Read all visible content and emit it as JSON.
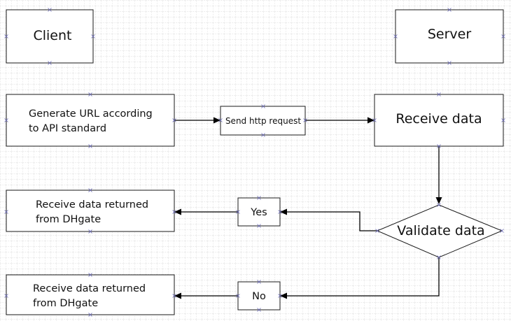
{
  "diagram": {
    "nodes": {
      "client": {
        "label": "Client"
      },
      "server": {
        "label": "Server"
      },
      "generate_url": {
        "line1": "Generate URL according",
        "line2": "to API standard"
      },
      "send_http": {
        "label": "Send http request"
      },
      "receive_data": {
        "label": "Receive data"
      },
      "validate": {
        "label": "Validate data"
      },
      "yes": {
        "label": "Yes"
      },
      "no": {
        "label": "No"
      },
      "returned_yes": {
        "line1": "Receive data returned",
        "line2": "from DHgate"
      },
      "returned_no": {
        "line1": "Receive data returned",
        "line2": "from DHgate"
      }
    },
    "colors": {
      "background": "#ffffff",
      "grid": "#c8c8c8",
      "node_border": "#1a1a1a",
      "connector": "#000000",
      "connection_point": "#6a6ab8"
    }
  }
}
